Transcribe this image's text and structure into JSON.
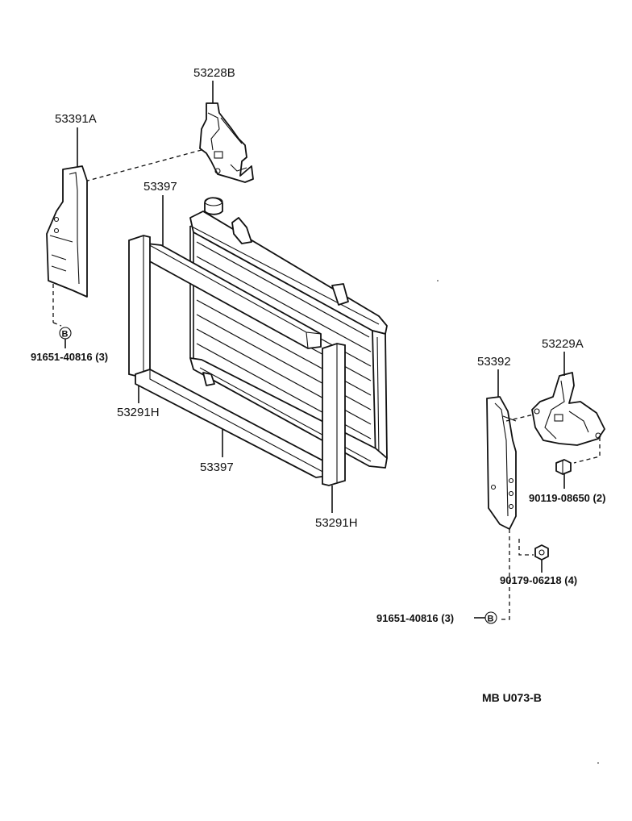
{
  "labels": {
    "bracket_left_upper": "53228B",
    "seal_left_side": "53391A",
    "seal_top": "53397",
    "clip_left": "91651-40816 (3)",
    "foam_left": "53291H",
    "seal_bottom": "53397",
    "foam_right": "53291H",
    "seal_right_side": "53392",
    "bracket_right_upper": "53229A",
    "bolt_right": "90119-08650 (2)",
    "nut_right": "90179-06218 (4)",
    "clip_right": "91651-40816 (3)",
    "footer_code": "MB  U073-B"
  },
  "markers": {
    "clip_symbol": "B"
  }
}
